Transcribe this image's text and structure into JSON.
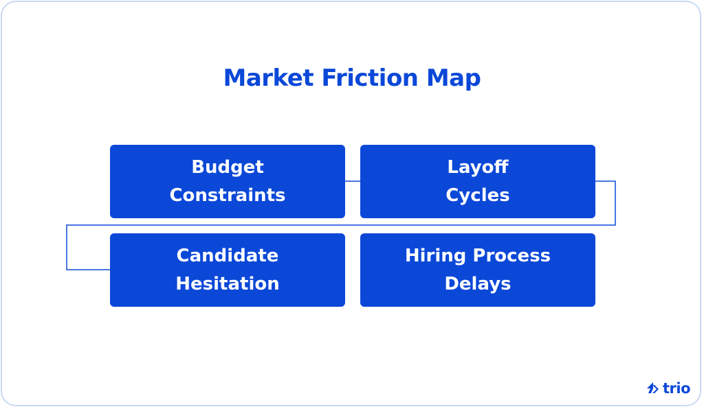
{
  "diagram": {
    "title": "Market Friction Map",
    "nodes": [
      {
        "id": "budget",
        "label": "Budget\nConstraints"
      },
      {
        "id": "layoff",
        "label": "Layoff\nCycles"
      },
      {
        "id": "candidate",
        "label": "Candidate\nHesitation"
      },
      {
        "id": "hiring",
        "label": "Hiring Process\nDelays"
      }
    ],
    "edges": [
      {
        "from": "budget",
        "to": "layoff"
      },
      {
        "from": "layoff",
        "to": "candidate"
      }
    ]
  },
  "brand": {
    "logo_text": "trio",
    "logo_icon": "trio-arrows-icon"
  },
  "colors": {
    "accent": "#0b48d8",
    "frame_border": "#c9d9f3",
    "box_text": "#ffffff"
  }
}
